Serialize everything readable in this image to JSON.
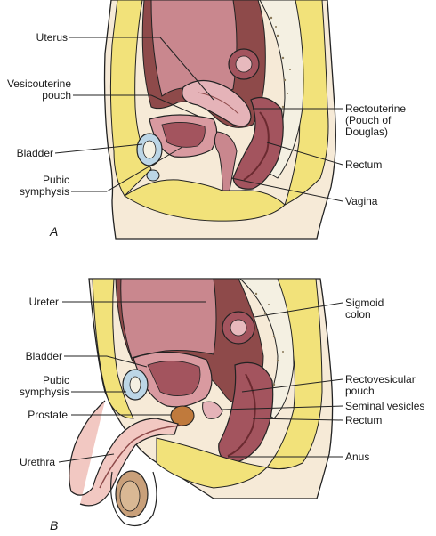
{
  "panel_a": {
    "letter": "A",
    "labels": {
      "uterus": "Uterus",
      "vesicouterine_1": "Vesicouterine",
      "vesicouterine_2": "pouch",
      "bladder": "Bladder",
      "pubic_1": "Pubic",
      "pubic_2": "symphysis",
      "rectouterine_1": "Rectouterine",
      "rectouterine_2": "(Pouch of",
      "rectouterine_3": "Douglas)",
      "rectum": "Rectum",
      "vagina": "Vagina"
    }
  },
  "panel_b": {
    "letter": "B",
    "labels": {
      "ureter": "Ureter",
      "bladder": "Bladder",
      "pubic_1": "Pubic",
      "pubic_2": "symphysis",
      "prostate": "Prostate",
      "urethra": "Urethra",
      "sigmoid_1": "Sigmoid",
      "sigmoid_2": "colon",
      "rectovesical_1": "Rectovesicular",
      "rectovesical_2": "pouch",
      "seminal": "Seminal vesicles",
      "rectum": "Rectum",
      "anus": "Anus"
    }
  },
  "colors": {
    "fat": "#f2e27a",
    "peritoneum": "#8e4a4a",
    "viscera": "#c9878e",
    "viscera_dark": "#a3545e",
    "skin": "#f6ead7",
    "bone": "#f4f0e2",
    "bladder": "#bcd6e6",
    "outline": "#222222"
  }
}
